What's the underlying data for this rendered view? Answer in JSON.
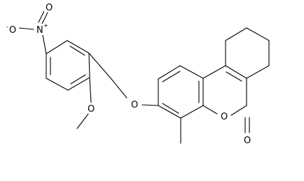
{
  "molecule": {
    "atom_labels": {
      "nitro_n": "N",
      "nitro_o_top": "O",
      "nitro_o_minus": "O",
      "methoxy_o": "O",
      "ether_o": "O",
      "ring_o": "O",
      "carbonyl_o": "O"
    },
    "charges": {
      "nitro_n": "+",
      "nitro_o_minus": "-"
    }
  }
}
